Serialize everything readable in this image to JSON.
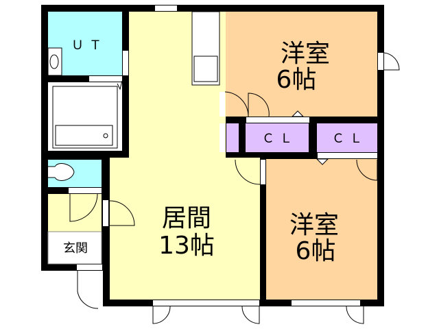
{
  "rooms": {
    "ut": {
      "label": "ＵＴ",
      "color": "#b3ffff"
    },
    "living": {
      "name": "居間",
      "size": "13帖",
      "color": "#ffffc0"
    },
    "western_top": {
      "name": "洋室",
      "size": "6帖",
      "color": "#ffd5a0"
    },
    "western_bottom": {
      "name": "洋室",
      "size": "6帖",
      "color": "#ffd5a0"
    },
    "closet_1": {
      "label": "ＣＬ",
      "color": "#e0c0ff"
    },
    "closet_2": {
      "label": "ＣＬ",
      "color": "#e0c0ff"
    },
    "entrance": {
      "label": "玄関"
    },
    "toilet": {
      "color": "#b3ffff"
    }
  },
  "colors": {
    "wall": "#000000",
    "window": "#ffffff"
  }
}
